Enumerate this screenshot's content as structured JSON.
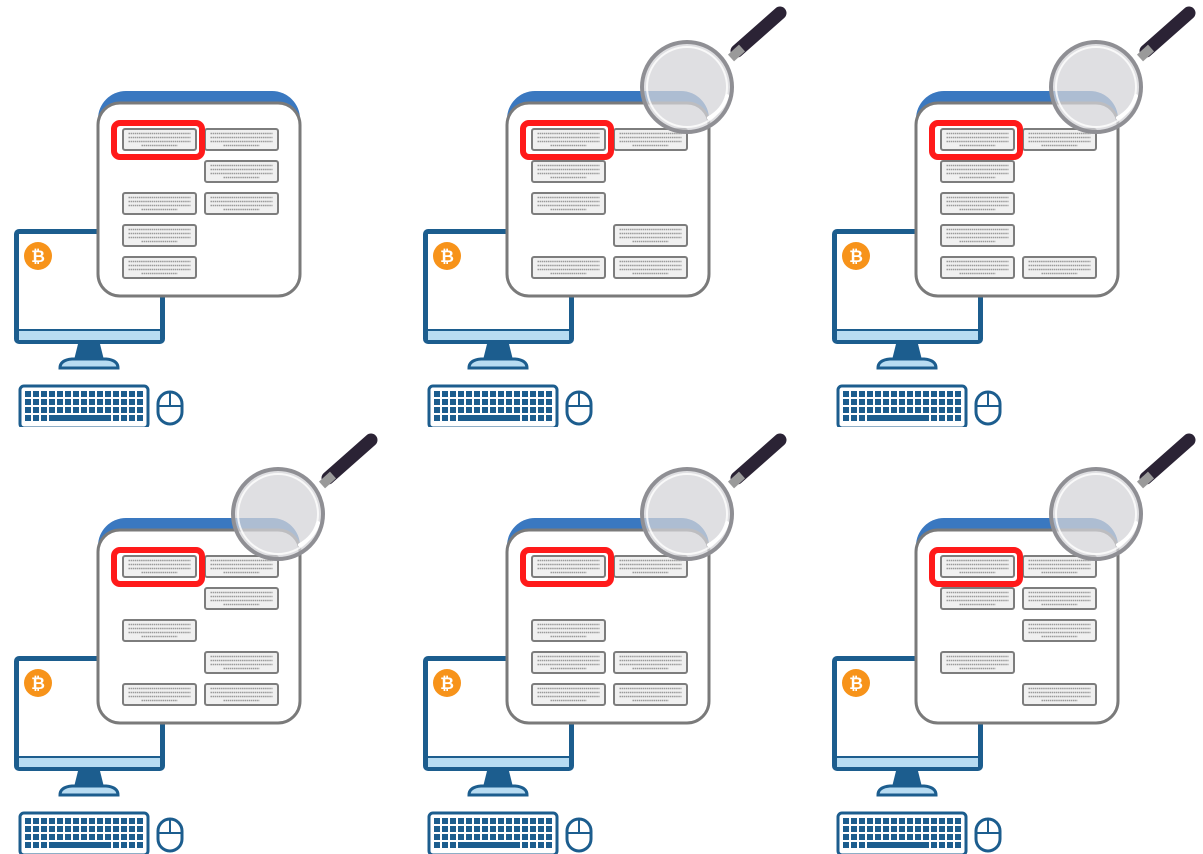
{
  "colors": {
    "monitor": "#1c5d8e",
    "screen_fill": "#ffffff",
    "monitor_bar": "#b8dcf2",
    "window_header": "#3a78c0",
    "window_body": "#ffffff",
    "record_border": "#7d7d7d",
    "record_fill": "#f0f0f0",
    "highlight": "#ff1a1a",
    "bitcoin": "#f7931a",
    "magnifier_glass": "#d4d4d8",
    "magnifier_handle": "#2b2335"
  },
  "icons": {
    "currency": "bitcoin-icon",
    "search": "magnifier-icon",
    "keyboard": "keyboard-icon",
    "mouse": "mouse-icon"
  },
  "panels": [
    {
      "magnifier": false,
      "records": [
        "L0",
        "R0",
        "R1",
        "L2",
        "R2",
        "L3",
        "L4"
      ]
    },
    {
      "magnifier": true,
      "records": [
        "L0",
        "R0",
        "L1",
        "L2",
        "R3",
        "L4",
        "R4"
      ]
    },
    {
      "magnifier": true,
      "records": [
        "L0",
        "R0",
        "L1",
        "L2",
        "L3",
        "L4",
        "R4"
      ]
    },
    {
      "magnifier": true,
      "records": [
        "L0",
        "R0",
        "R1",
        "L2",
        "R3",
        "L4",
        "R4"
      ]
    },
    {
      "magnifier": true,
      "records": [
        "L0",
        "R0",
        "L2",
        "L3",
        "R3",
        "L4",
        "R4"
      ]
    },
    {
      "magnifier": true,
      "records": [
        "L0",
        "R0",
        "L1",
        "R1",
        "R2",
        "L3",
        "R4"
      ]
    }
  ]
}
